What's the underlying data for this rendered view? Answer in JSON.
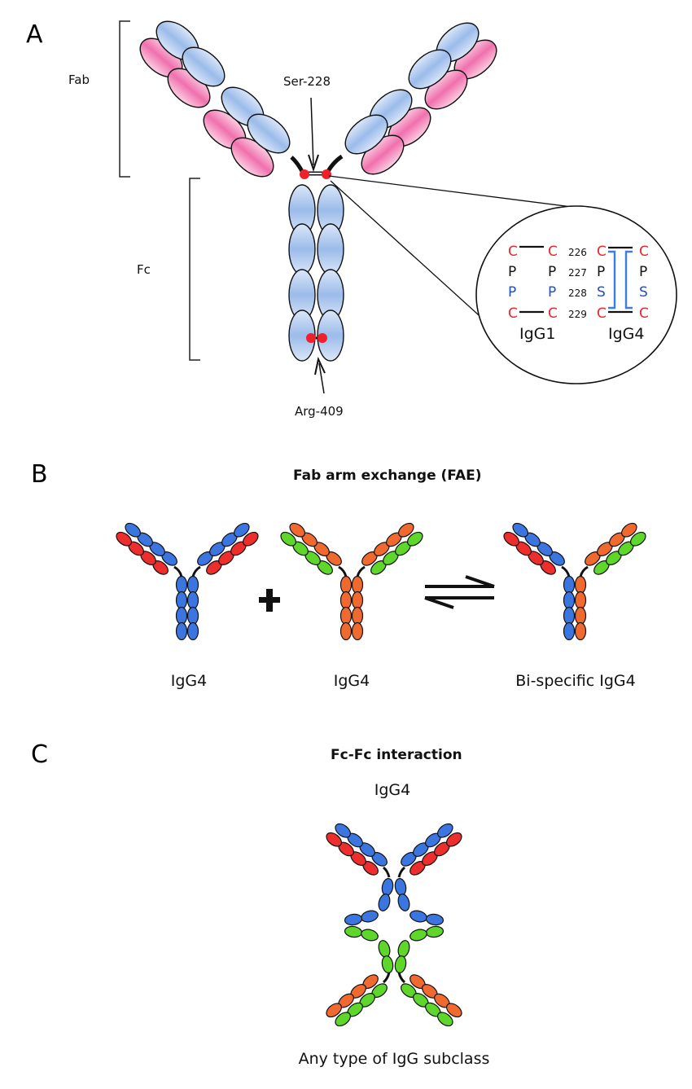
{
  "panels": {
    "A": {
      "letter": "A",
      "labels": {
        "fab": "Fab",
        "fc": "Fc",
        "ser": "Ser-228",
        "arg": "Arg-409"
      },
      "inset": {
        "left_residues": [
          "C",
          "P",
          "P",
          "C"
        ],
        "right_residues": [
          "C",
          "P",
          "S",
          "C"
        ],
        "positions": [
          "226",
          "227",
          "228",
          "229"
        ],
        "left_label": "IgG1",
        "right_label": "IgG4",
        "residue_colors": {
          "C": "#e8262b",
          "P_black": "#111111",
          "P_blue": "#2050c0",
          "S": "#2050c0"
        },
        "intrachain_bracket_color": "#3a7fe0"
      }
    },
    "B": {
      "letter": "B",
      "title": "Fab arm exchange (FAE)",
      "plus_symbol": "+",
      "molecules": [
        {
          "label": "IgG4",
          "left_heavy": "#3b76e0",
          "left_light": "#ee2d2d",
          "right_heavy": "#3b76e0",
          "right_light": "#ee2d2d"
        },
        {
          "label": "IgG4",
          "left_heavy": "#f06a30",
          "left_light": "#5ed62a",
          "right_heavy": "#f06a30",
          "right_light": "#5ed62a"
        },
        {
          "label": "Bi-specific IgG4",
          "left_heavy": "#3b76e0",
          "left_light": "#ee2d2d",
          "right_heavy": "#f06a30",
          "right_light": "#5ed62a"
        }
      ]
    },
    "C": {
      "letter": "C",
      "title": "Fc-Fc interaction",
      "top_label": "IgG4",
      "bottom_label": "Any type of IgG subclass",
      "top_heavy": "#3b76e0",
      "top_light": "#ee2d2d",
      "bottom_heavy": "#5ed62a",
      "bottom_light": "#f06a30"
    }
  },
  "colors": {
    "heavy_chain_pale": "#c6d9f3",
    "heavy_chain_deep": "#8fb2e8",
    "light_chain_pale": "#f9c3dc",
    "light_chain_deep": "#f06aa8",
    "disulfide_dot": "#f0202a"
  }
}
